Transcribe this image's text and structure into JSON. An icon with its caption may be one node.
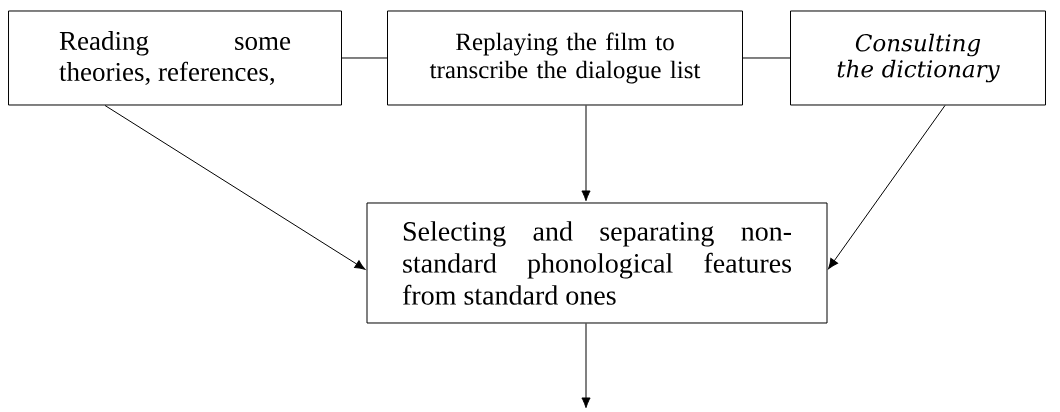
{
  "diagram": {
    "nodes": [
      {
        "text": [
          "Reading some theories, references,"
        ]
      },
      {
        "text": [
          "Replaying the film to transcribe the dialogue list"
        ]
      },
      {
        "text": [
          "Consulting the dictionary"
        ]
      },
      {
        "text": [
          "Selecting and separating non-standard phonological features from standard ones"
        ]
      }
    ],
    "edges": [
      {
        "from": 0,
        "to": 1,
        "arrow": "none"
      },
      {
        "from": 1,
        "to": 2,
        "arrow": "none"
      },
      {
        "from": 0,
        "to": 3,
        "arrow": "to"
      },
      {
        "from": 1,
        "to": 3,
        "arrow": "to"
      },
      {
        "from": 2,
        "to": 3,
        "arrow": "to"
      },
      {
        "from": 3,
        "to": null,
        "arrow": "to"
      }
    ]
  }
}
